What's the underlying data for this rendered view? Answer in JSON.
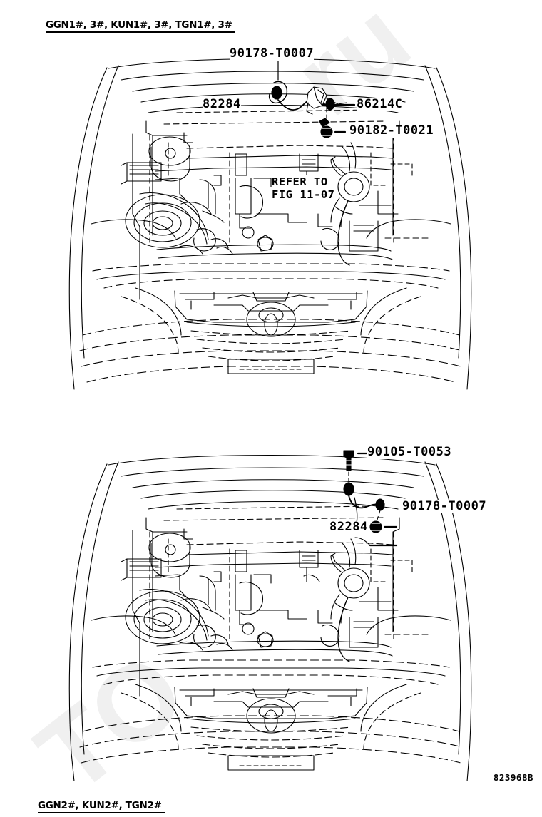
{
  "document": {
    "figure_code": "823968B"
  },
  "diagrams": [
    {
      "id": "top",
      "header": "GGN1#, 3#, KUN1#, 3#, TGN1#, 3#",
      "labels": [
        {
          "id": "l1",
          "text": "90178-T0007"
        },
        {
          "id": "l2",
          "text": "82284"
        },
        {
          "id": "l3",
          "text": "86214C"
        },
        {
          "id": "l4",
          "text": "90182-T0021"
        }
      ],
      "notes": [
        {
          "id": "n1",
          "line1": "REFER TO",
          "line2": "FIG 11-07"
        }
      ]
    },
    {
      "id": "bottom",
      "header": "GGN2#, KUN2#, TGN2#",
      "labels": [
        {
          "id": "l1",
          "text": "90105-T0053"
        },
        {
          "id": "l2",
          "text": "90178-T0007"
        },
        {
          "id": "l3",
          "text": "82284"
        }
      ],
      "notes": []
    }
  ],
  "watermark": {
    "line1": "ru",
    "line2": "TO"
  }
}
